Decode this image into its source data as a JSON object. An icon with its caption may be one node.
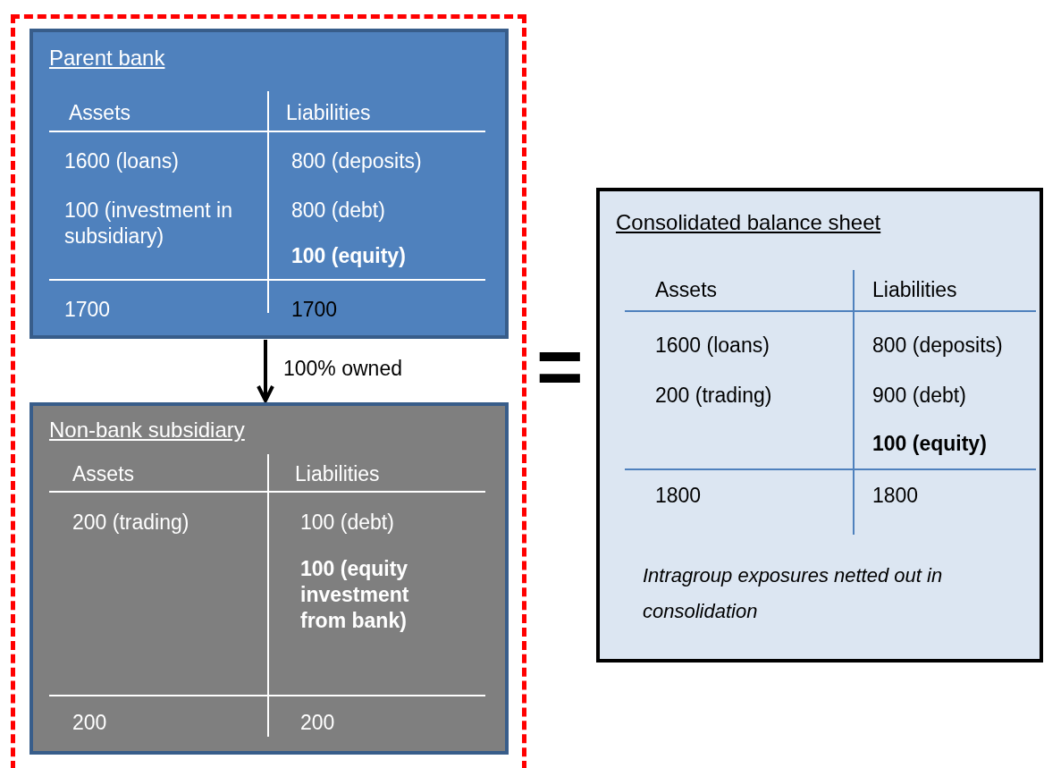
{
  "diagram": {
    "nodes": [
      {
        "text": [],
        "shape": "box"
      },
      {
        "text": [
          "Parent bank",
          "Assets",
          "Liabilities",
          "1600 (loans)",
          "800 (deposits)",
          "100 (investment in subsidiary)",
          "800 (debt)",
          "100 (equity)",
          "1700",
          "1700"
        ],
        "in": 0
      },
      {
        "text": [
          "Non-bank subsidiary",
          "Assets",
          "Liabilities",
          "200 (trading)",
          "100 (debt)",
          "100 (equity investment from bank)",
          "200",
          "200"
        ],
        "in": 0
      },
      {
        "text": [
          "Consolidated balance sheet",
          "Assets",
          "Liabilities",
          "1600 (loans)",
          "800 (deposits)",
          "200 (trading)",
          "900 (debt)",
          "100 (equity)",
          "1800",
          "1800",
          "Intragroup exposures netted out in consolidation"
        ]
      }
    ],
    "edges": [
      {
        "from": 1,
        "to": 2,
        "arrow": "to",
        "label": "100% owned"
      }
    ],
    "labels": [
      "="
    ]
  }
}
